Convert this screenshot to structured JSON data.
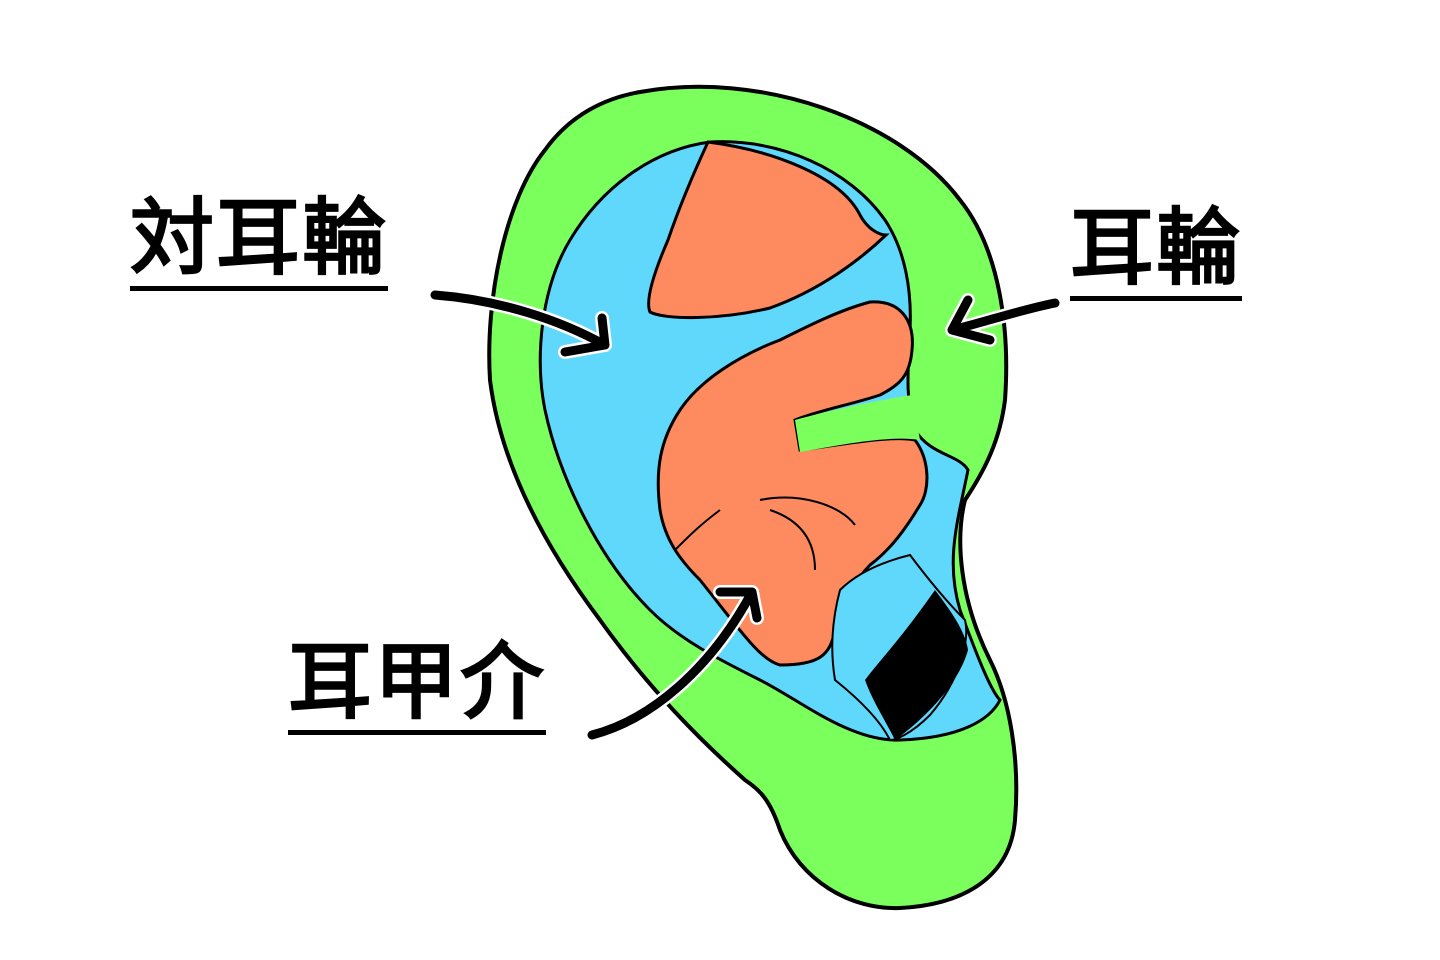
{
  "diagram": {
    "subject": "ear anatomy",
    "labels": {
      "antihelix": "対耳輪",
      "helix": "耳輪",
      "concha": "耳甲介"
    },
    "colors": {
      "helix": "#7aff5c",
      "antihelix": "#60d8fc",
      "concha": "#fe8a60",
      "outline": "#000000",
      "canal": "#000000",
      "background": "#ffffff"
    },
    "arrows": [
      {
        "from": "antihelix-label",
        "points_to": "antihelix-region"
      },
      {
        "from": "helix-label",
        "points_to": "helix-region"
      },
      {
        "from": "concha-label",
        "points_to": "concha-region"
      }
    ]
  }
}
